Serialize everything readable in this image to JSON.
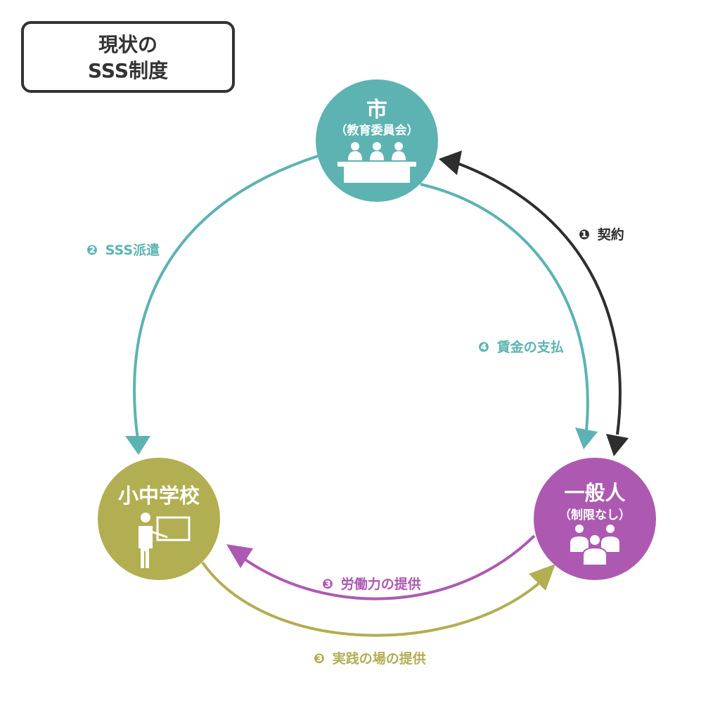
{
  "title": {
    "line1": "現状の",
    "line2": "SSS制度"
  },
  "nodes": {
    "city": {
      "name": "市",
      "sub": "（教育委員会）",
      "color": "#5cb3b2",
      "icon": "committee-desk-icon"
    },
    "school": {
      "name": "小中学校",
      "color": "#b2ae52",
      "icon": "teacher-board-icon"
    },
    "general": {
      "name": "一般人",
      "sub": "（制限なし）",
      "color": "#ad59b2",
      "icon": "people-group-icon"
    }
  },
  "flows": {
    "contract": {
      "num": "❶",
      "label": "契約",
      "color": "#2e2e2e"
    },
    "dispatch": {
      "num": "❷",
      "label": "SSS派遣",
      "color": "#5cb3b2"
    },
    "labor": {
      "num": "❸",
      "label": "労働力の提供",
      "color": "#ad59b2"
    },
    "practice": {
      "num": "❸",
      "label": "実践の場の提供",
      "color": "#b2ae52"
    },
    "wage": {
      "num": "❹",
      "label": "賃金の支払",
      "color": "#5cb3b2"
    }
  }
}
